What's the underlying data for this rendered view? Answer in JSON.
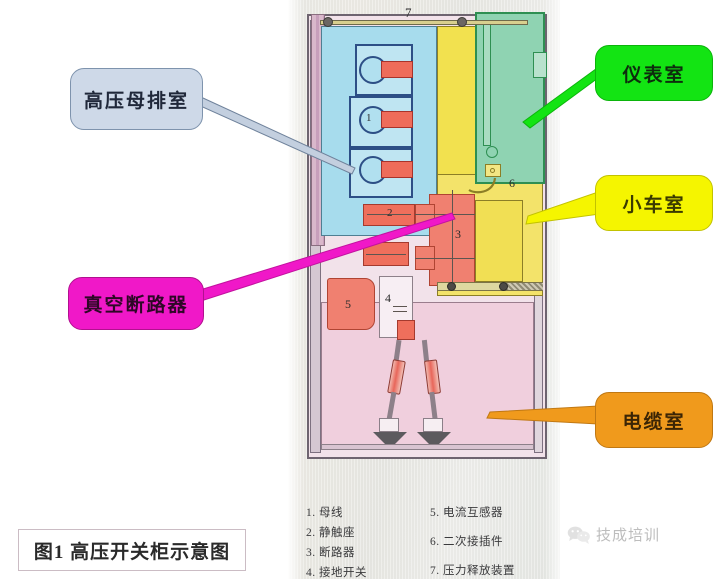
{
  "figure": {
    "caption": "图1  高压开关柜示意图"
  },
  "callouts": {
    "busbar": {
      "label": "高压母排室",
      "color": "#ced9e8"
    },
    "breaker": {
      "label": "真空断路器",
      "color": "#f018c8"
    },
    "instrument": {
      "label": "仪表室",
      "color": "#13e413"
    },
    "trolley": {
      "label": "小车室",
      "color": "#f5f500"
    },
    "cable": {
      "label": "电缆室",
      "color": "#f09a1c"
    }
  },
  "diagram": {
    "markers": [
      {
        "id": "1",
        "text": "1"
      },
      {
        "id": "2",
        "text": "2"
      },
      {
        "id": "3",
        "text": "3"
      },
      {
        "id": "4",
        "text": "4"
      },
      {
        "id": "5",
        "text": "5"
      },
      {
        "id": "6",
        "text": "6"
      },
      {
        "id": "7",
        "text": "7"
      }
    ]
  },
  "legend": {
    "left": [
      "1. 母线",
      "2. 静触座",
      "3. 断路器",
      "4. 接地开关"
    ],
    "right": [
      "5. 电流互感器",
      "6. 二次接插件",
      "7. 压力释放装置"
    ]
  },
  "watermark": {
    "text": "技成培训",
    "icon": "wechat-icon"
  }
}
